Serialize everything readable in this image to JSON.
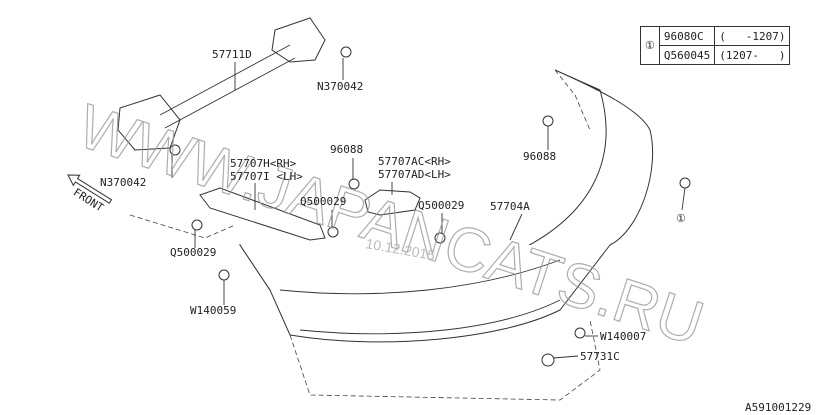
{
  "spec_table": {
    "ref": "①",
    "rows": [
      {
        "part": "96080C",
        "range": "(   -1207)"
      },
      {
        "part": "Q560045",
        "range": "(1207-   )"
      }
    ]
  },
  "labels": {
    "l57711D": "57711D",
    "n370042_a": "N370042",
    "n370042_b": "N370042",
    "l57707H": "57707H<RH>",
    "l57707I": "57707I <LH>",
    "l96088_a": "96088",
    "l57707AC": "57707AC<RH>",
    "l57707AD": "57707AD<LH>",
    "q500029_a": "Q500029",
    "q500029_b": "Q500029",
    "q500029_c": "Q500029",
    "l57704A": "57704A",
    "l96088_b": "96088",
    "w140059": "W140059",
    "w140007": "W140007",
    "l57731C": "57731C",
    "front": "FRONT",
    "callout1": "①"
  },
  "watermark": "WWW.JAPANCATS.RU",
  "date_stamp": "10.12.2015",
  "diagram_code": "A591001229"
}
